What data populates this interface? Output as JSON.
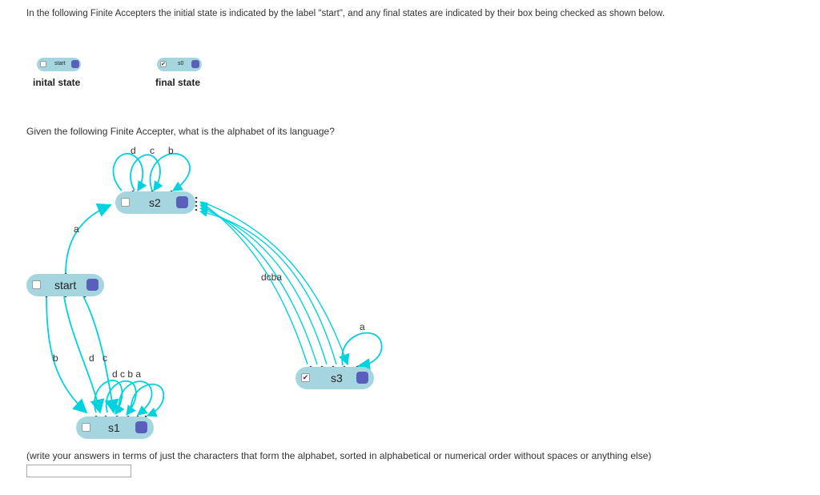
{
  "intro": "In the following Finite Accepters the initial state is indicated by the label \"start\", and any final states are indicated by their box being checked as shown below.",
  "legend": {
    "initial": {
      "state_label": "start",
      "caption": "inital state"
    },
    "final": {
      "state_label": "s0",
      "caption": "final state",
      "checkmark": "✔"
    }
  },
  "question": "Given the following Finite Accepter, what is the alphabet of its language?",
  "states": {
    "s2": {
      "label": "s2",
      "final": false
    },
    "start": {
      "label": "start",
      "final": false
    },
    "s1": {
      "label": "s1",
      "final": false
    },
    "s3": {
      "label": "s3",
      "final": true,
      "checkmark": "✔"
    }
  },
  "edge_labels": {
    "s2_loop_d": "d",
    "s2_loop_c": "c",
    "s2_loop_b": "b",
    "start_to_s2": "a",
    "start_to_s1_b": "b",
    "start_to_s1_d": "d",
    "start_to_s1_c": "c",
    "s1_loops": "d c b a",
    "s3_to_s2": "dcba",
    "s3_loop_a": "a"
  },
  "instructions": "(write your answers in terms of just the characters that form the alphabet, sorted in alphabetical or numerical order without spaces or anything else)",
  "answer_input": {
    "value": ""
  },
  "colors": {
    "arrow": "#00d2de",
    "node": "#a5d6df",
    "handle": "#5a5fbb"
  }
}
